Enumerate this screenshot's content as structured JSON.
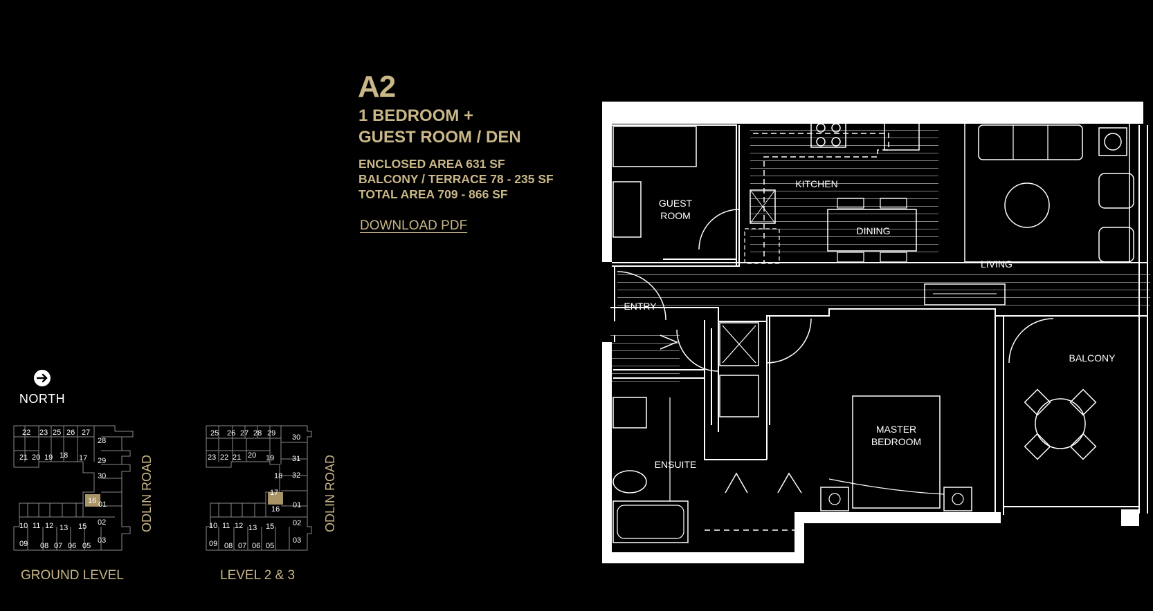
{
  "unit": {
    "name": "A2",
    "type_line1": "1 BEDROOM +",
    "type_line2": "GUEST ROOM / DEN",
    "areas": [
      "ENCLOSED AREA 631 SF",
      "BALCONY / TERRACE 78 - 235 SF",
      "TOTAL AREA 709 - 866  SF"
    ],
    "download_label": "DOWNLOAD PDF"
  },
  "compass": {
    "label": "NORTH",
    "icon": "compass-arrow-icon"
  },
  "key_plans": [
    {
      "label": "GROUND LEVEL",
      "road": "ODLIN ROAD",
      "highlighted": "16",
      "top_row": [
        "22",
        "23",
        "25",
        "26",
        "27"
      ],
      "upper_left": [
        "21",
        "20",
        "19",
        "18",
        "17"
      ],
      "right_col": [
        "28",
        "29",
        "30",
        "01",
        "02",
        "03"
      ],
      "lower_row": [
        "10",
        "11",
        "12",
        "13",
        "15"
      ],
      "bottom_row": [
        "09",
        "08",
        "07",
        "06",
        "05"
      ]
    },
    {
      "label": "LEVEL 2 & 3",
      "road": "ODLIN ROAD",
      "highlighted": "16",
      "top_row": [
        "25",
        "26",
        "27",
        "28",
        "29"
      ],
      "upper_left": [
        "23",
        "22",
        "21",
        "20",
        "19"
      ],
      "right_col": [
        "30",
        "31",
        "32",
        "01",
        "02",
        "03"
      ],
      "mid_col": [
        "18",
        "17"
      ],
      "lower_row": [
        "10",
        "11",
        "12",
        "13",
        "15"
      ],
      "bottom_row": [
        "09",
        "08",
        "07",
        "06",
        "05"
      ]
    }
  ],
  "rooms": {
    "guest_l1": "GUEST",
    "guest_l2": "ROOM",
    "kitchen": "KITCHEN",
    "dining": "DINING",
    "living": "LIVING",
    "entry": "ENTRY",
    "balcony": "BALCONY",
    "master_l1": "MASTER",
    "master_l2": "BEDROOM",
    "ensuite": "ENSUITE"
  },
  "colors": {
    "accent": "#c9b788",
    "highlight": "#a89467",
    "background": "#000000",
    "lines": "#ffffff"
  }
}
